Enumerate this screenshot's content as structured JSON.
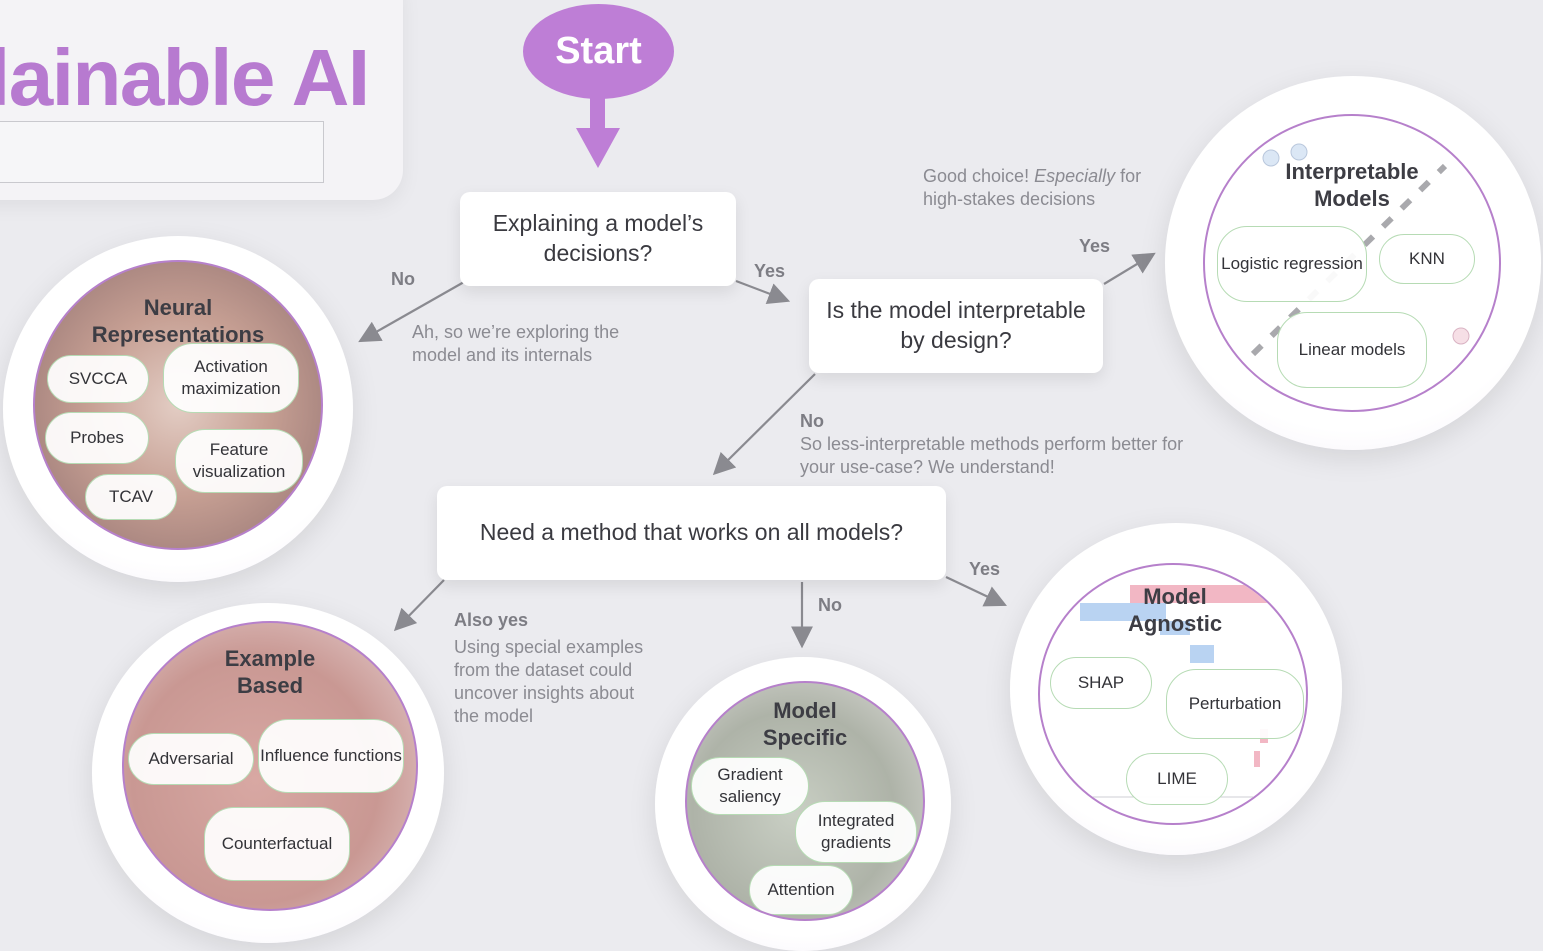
{
  "header": {
    "title": "lainable AI"
  },
  "start": {
    "label": "Start"
  },
  "questions": {
    "q1": "Explaining a model’s decisions?",
    "q2": "Is the model interpretable by design?",
    "q3": "Need a method that works on all models?"
  },
  "branch_labels": {
    "q1_no": "No",
    "q1_yes": "Yes",
    "q2_yes": "Yes",
    "q2_no": "No",
    "q3_yes": "Yes",
    "q3_no": "No",
    "q3_also_yes": "Also yes"
  },
  "notes": {
    "internals": "Ah, so we’re exploring the model and its internals",
    "good_choice_prefix": "Good choice! ",
    "good_choice_em": "Especially",
    "good_choice_suffix": " for high-stakes decisions",
    "less_interpretable": "So less-interpretable methods perform better for your use-case? We understand!",
    "special_examples": "Using special examples from the dataset could uncover insights about the model"
  },
  "neural": {
    "title": "Neural Representations",
    "items": [
      "SVCCA",
      "Activation maximization",
      "Probes",
      "Feature visualization",
      "TCAV"
    ]
  },
  "interpretable": {
    "title": "Interpretable Models",
    "items": [
      "Logistic regression",
      "KNN",
      "Linear models"
    ]
  },
  "example_based": {
    "title": "Example Based",
    "items": [
      "Adversarial",
      "Influence functions",
      "Counterfactual"
    ]
  },
  "model_specific": {
    "title": "Model Specific",
    "items": [
      "Gradient saliency",
      "Integrated gradients",
      "Attention"
    ]
  },
  "model_agnostic": {
    "title": "Model Agnostic",
    "items": [
      "SHAP",
      "Perturbation",
      "LIME"
    ]
  },
  "colors": {
    "accent": "#be7ed6",
    "circle_border": "#b680cb",
    "pill_border": "#b6dbb4",
    "arrow": "#8a8a90"
  }
}
